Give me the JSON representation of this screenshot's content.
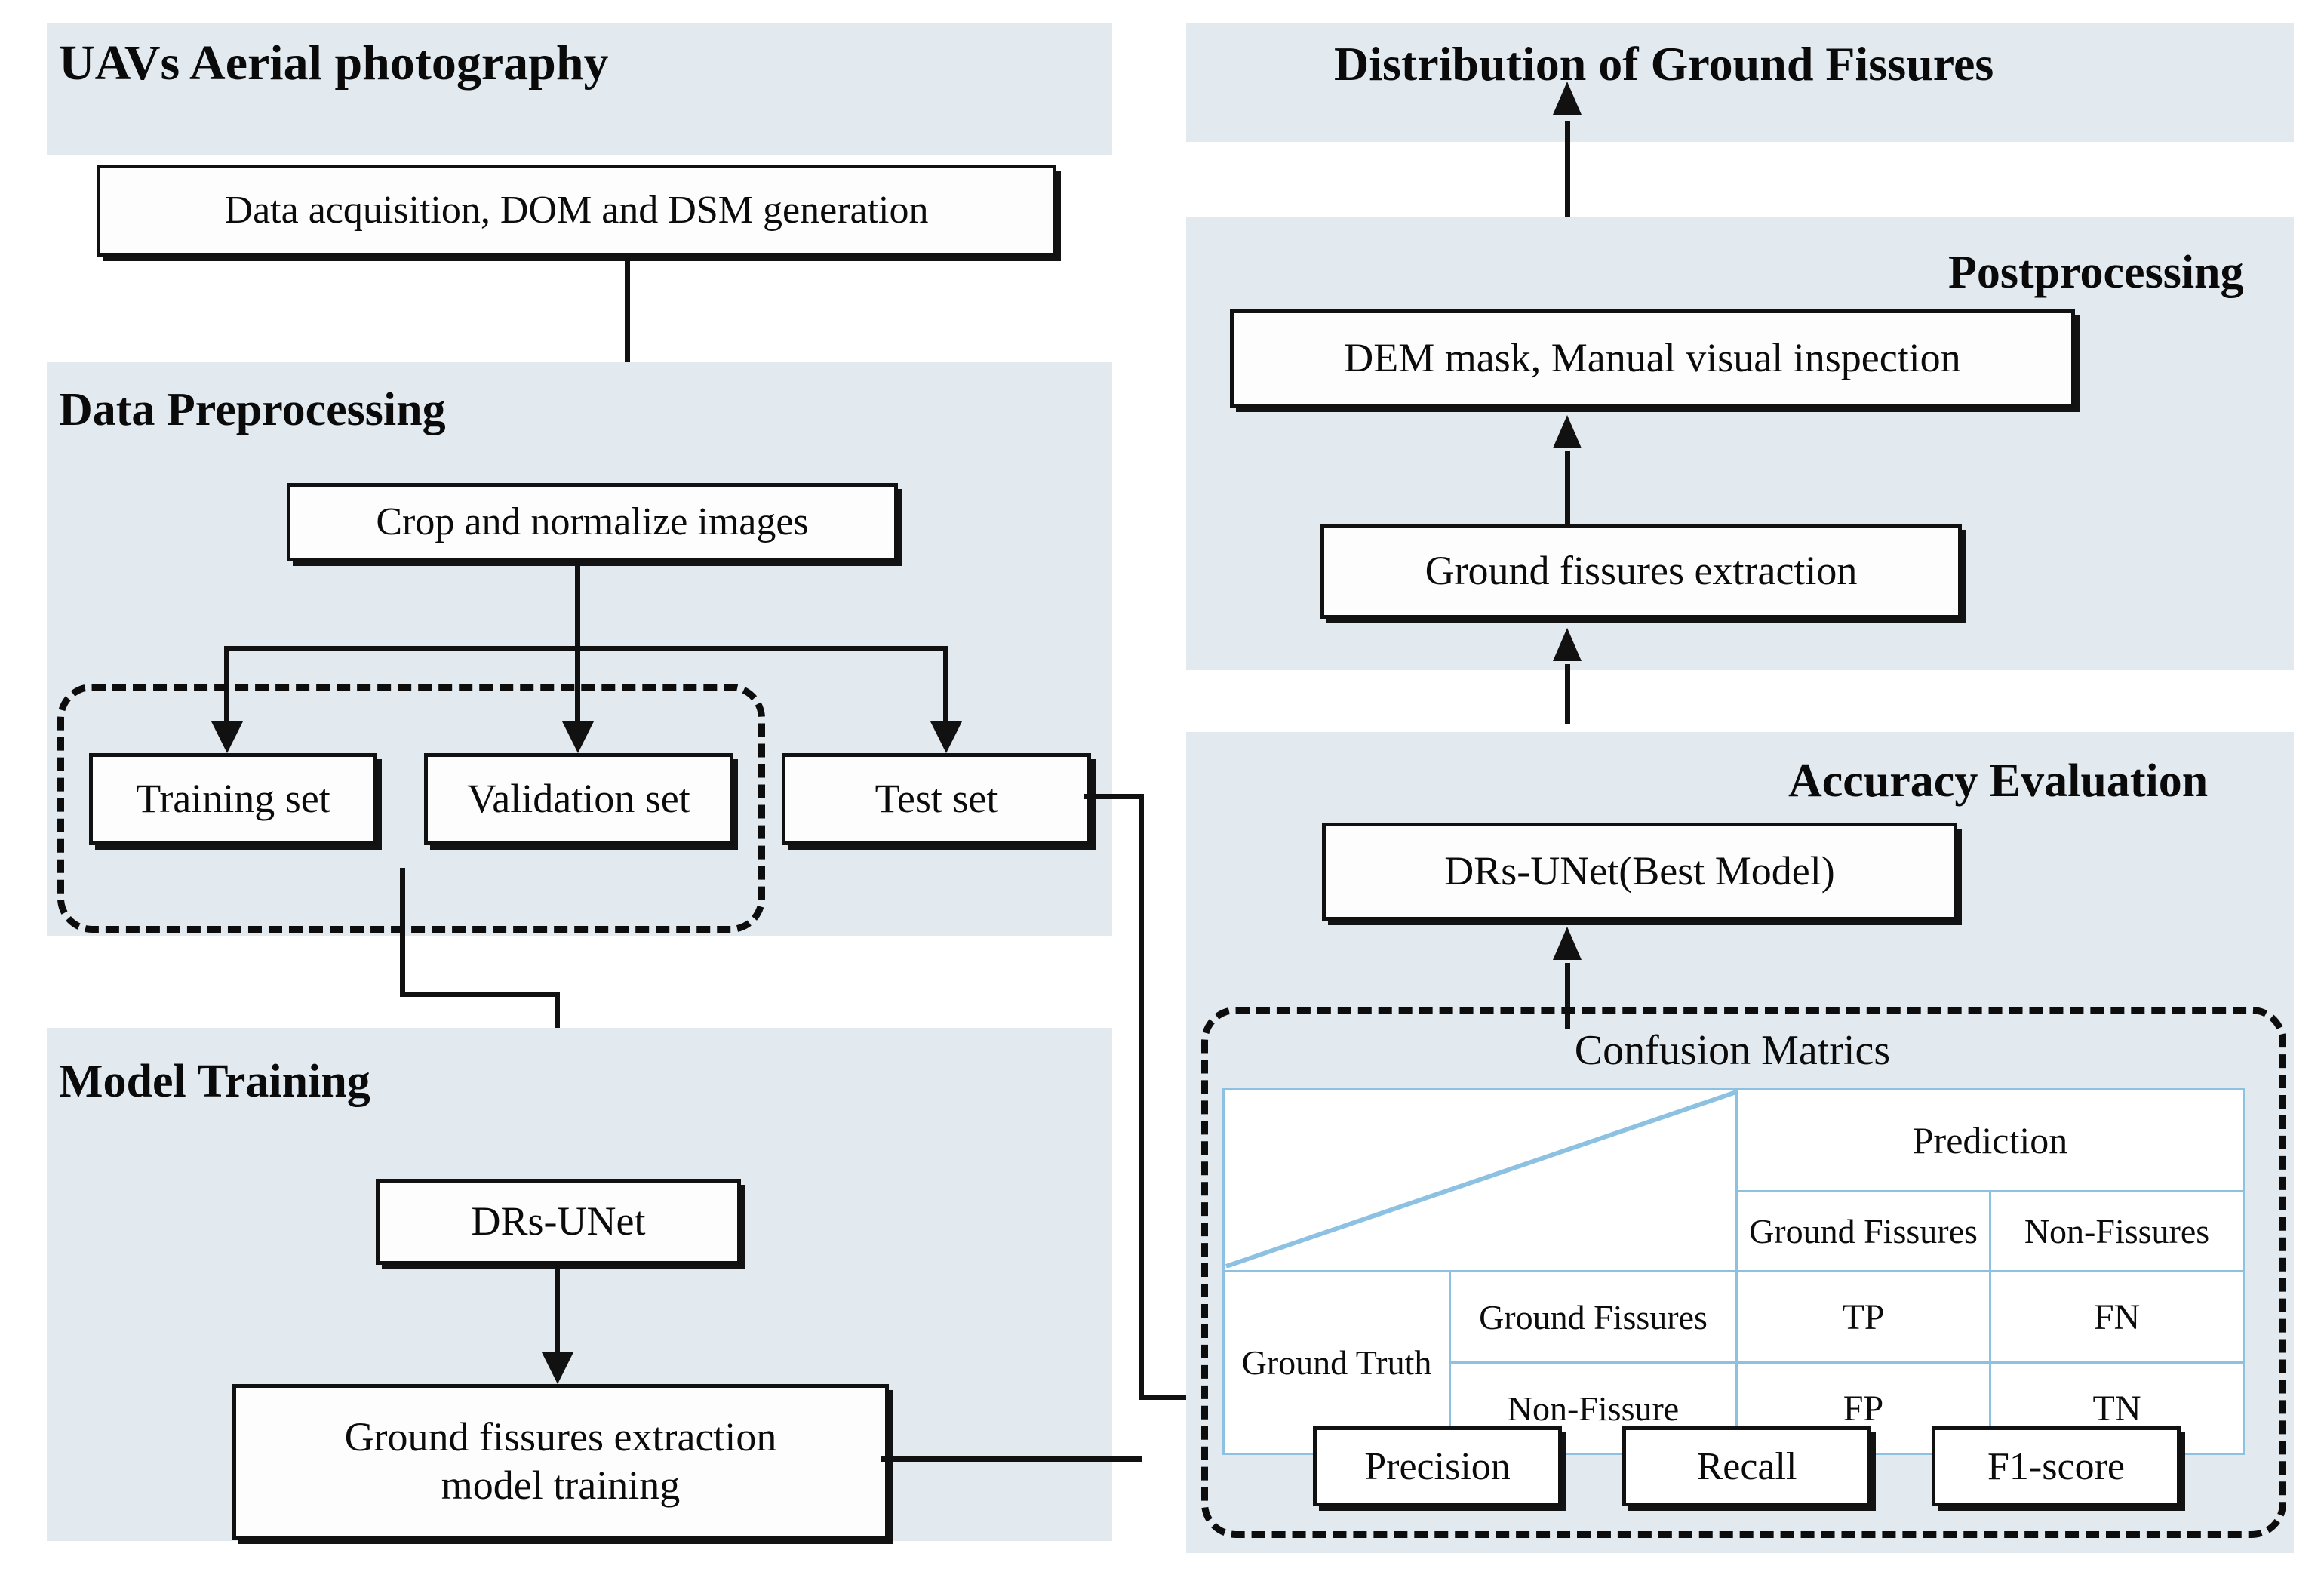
{
  "colors": {
    "panel_bg": "#e2e9ef",
    "page_bg": "#ffffff",
    "box_border": "#111111",
    "box_fill": "#fdfdfd",
    "table_border": "#8dc1e2",
    "text": "#0b0b0b"
  },
  "left_column": {
    "uav": {
      "title": "UAVs  Aerial photography",
      "box": "Data acquisition, DOM and DSM generation"
    },
    "preprocessing": {
      "title": "Data Preprocessing",
      "crop_box": "Crop and normalize images",
      "training_set": "Training set",
      "validation_set": "Validation set",
      "test_set": "Test set"
    },
    "model_training": {
      "title": "Model Training",
      "network_box": "DRs-UNet",
      "training_box_line1": "Ground fissures extraction",
      "training_box_line2": "model training"
    }
  },
  "right_column": {
    "distribution": {
      "title": "Distribution of Ground Fissures"
    },
    "postprocessing": {
      "title": "Postprocessing",
      "dem_box": "DEM mask, Manual visual inspection",
      "extraction_box": "Ground fissures extraction"
    },
    "accuracy": {
      "title": "Accuracy Evaluation",
      "best_model_box": "DRs-UNet(Best Model)",
      "matrix_title": "Confusion Matrics",
      "metrics": [
        "Precision",
        "Recall",
        "F1-score"
      ]
    }
  },
  "confusion_matrix": {
    "prediction_header": "Prediction",
    "truth_header": "Ground Truth",
    "prediction_classes": [
      "Ground Fissures",
      "Non-Fissures"
    ],
    "truth_classes": [
      "Ground Fissures",
      "Non-Fissure"
    ],
    "cells": [
      [
        "TP",
        "FN"
      ],
      [
        "FP",
        "TN"
      ]
    ]
  }
}
